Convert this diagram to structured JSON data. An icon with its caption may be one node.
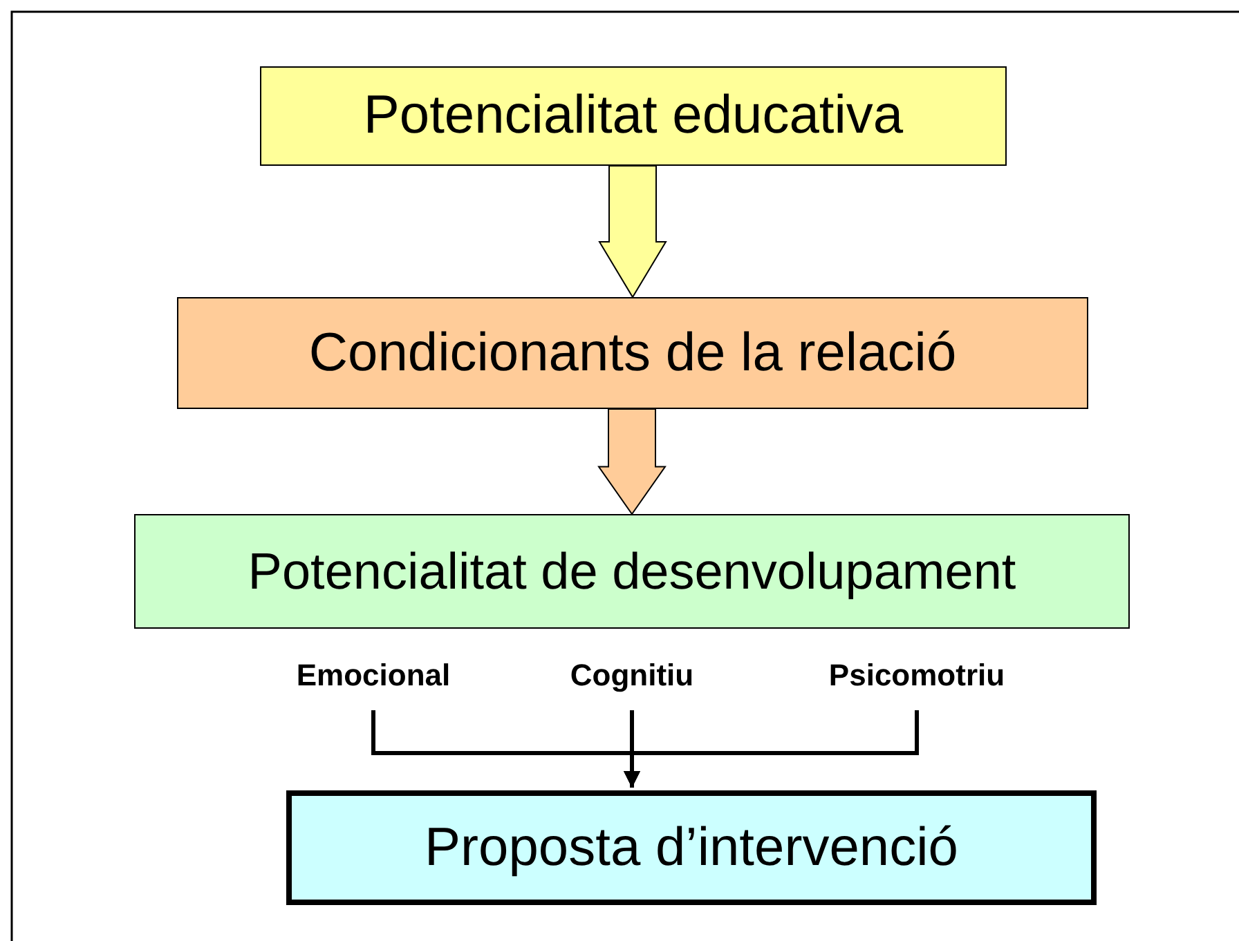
{
  "diagram": {
    "nodes": [
      {
        "text": [
          "Potencialitat educativa"
        ]
      },
      {
        "text": [
          "Condicionants de la relació"
        ]
      },
      {
        "text": [
          "Potencialitat de desenvolupament"
        ]
      },
      {
        "text": [
          "Emocional"
        ]
      },
      {
        "text": [
          "Cognitiu"
        ]
      },
      {
        "text": [
          "Psicomotriu"
        ]
      },
      {
        "text": [
          "Proposta d’intervenció"
        ]
      }
    ],
    "edges": [
      {
        "from": 0,
        "to": 1,
        "arrow": "to",
        "style": "thick",
        "color": "#ffff99"
      },
      {
        "from": 1,
        "to": 2,
        "arrow": "to",
        "style": "thick",
        "color": "#ffcc99"
      },
      {
        "from": 3,
        "to": 6,
        "arrow": "to"
      },
      {
        "from": 4,
        "to": 6,
        "arrow": "to"
      },
      {
        "from": 5,
        "to": 6,
        "arrow": "to"
      }
    ]
  }
}
